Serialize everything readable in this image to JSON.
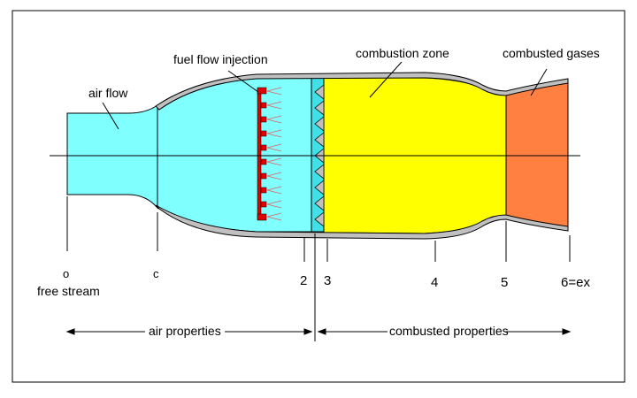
{
  "labels": {
    "fuel_flow_injection": "fuel flow injection",
    "combustion_zone": "combustion zone",
    "combusted_gases": "combusted gases",
    "air_flow": "air flow",
    "free_stream": "free stream",
    "air_properties": "air properties",
    "combusted_properties": "combusted properties"
  },
  "stations": {
    "s0": "o",
    "sc": "c",
    "s2": "2",
    "s3": "3",
    "s4": "4",
    "s5": "5",
    "s6": "6=ex"
  },
  "colors": {
    "air": "#80ffff",
    "flameholder": "#40e0e8",
    "combustion": "#ffff00",
    "exhaust": "#ff8040",
    "wall": "#c0c0c0",
    "injector": "#e00000"
  }
}
